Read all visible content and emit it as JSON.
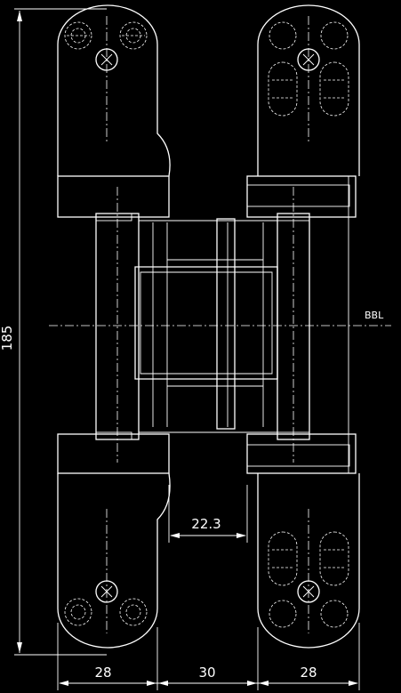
{
  "dimensions": {
    "height_total": "185",
    "width_left": "28",
    "width_middle": "30",
    "width_right": "28",
    "offset": "22.3"
  },
  "reference_label": "BBL"
}
